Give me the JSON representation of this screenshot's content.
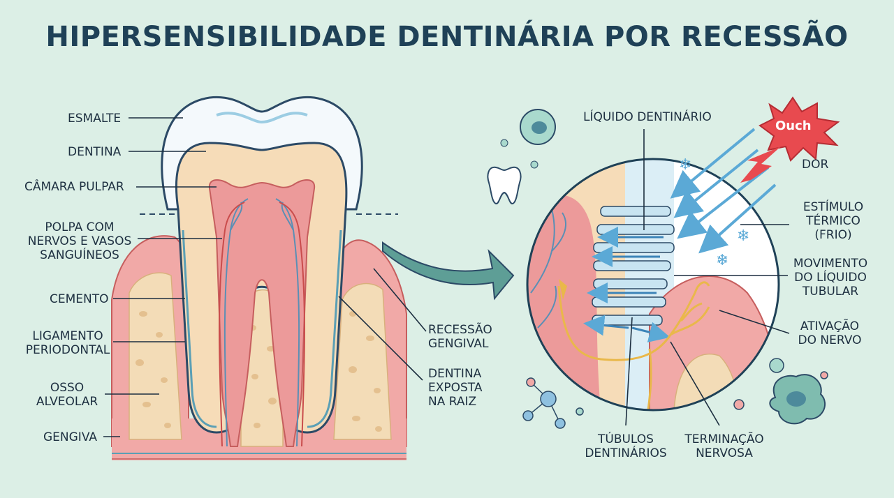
{
  "title": "HIPERSENSIBILIDADE DENTINÁRIA POR RECESSÃO",
  "tooth_labels": {
    "esmalte": "ESMALTE",
    "dentina": "DENTINA",
    "camara_pulpar": "CÂMARA PULPAR",
    "polpa": "POLPA COM\nNERVOS E VASOS\nSANGUÍNEOS",
    "cemento": "CEMENTO",
    "ligamento": "LIGAMENTO\nPERIODONTAL",
    "osso": "OSSO\nALVEOLAR",
    "gengiva": "GENGIVA",
    "recessao": "RECESSÃO\nGENGIVAL",
    "dentina_exposta": "DENTINA\nEXPOSTA\nNA RAIZ"
  },
  "zoom_labels": {
    "liquido": "LÍQUIDO DENTINÁRIO",
    "ouch": "Ouch",
    "dor": "DOR",
    "estimulo": "ESTÍMULO\nTÉRMICO\n(FRIO)",
    "movimento": "MOVIMENTO\nDO LÍQUIDO\nTUBULAR",
    "ativacao": "ATIVAÇÃO\nDO NERVO",
    "tubulos": "TÚBULOS\nDENTINÁRIOS",
    "terminacao": "TERMINAÇÃO\nNERVOSA"
  },
  "colors": {
    "background": "#dcefe6",
    "enamel": "#f4f9fc",
    "dentin": "#f6dcb8",
    "pulp": "#ec9a9a",
    "gum": "#f1a9a7",
    "bone": "#f3dcb7",
    "nerve": "#e9b84a",
    "stimulus_arrow": "#9fd0e8",
    "ouch_burst": "#e84a4f"
  }
}
